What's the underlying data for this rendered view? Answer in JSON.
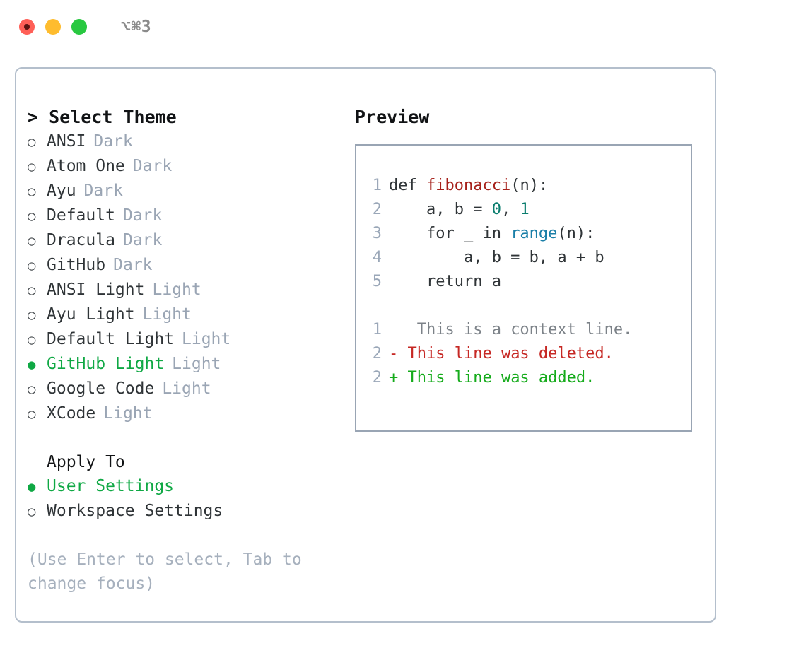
{
  "titlebar": {
    "shortcut": "⌥⌘3",
    "lights": [
      "close-red",
      "minimize-yellow",
      "zoom-green"
    ]
  },
  "theme_picker": {
    "header": "> Select Theme",
    "options": [
      {
        "marker": "○",
        "label": "ANSI",
        "variant": "Dark",
        "selected": false
      },
      {
        "marker": "○",
        "label": "Atom One",
        "variant": "Dark",
        "selected": false
      },
      {
        "marker": "○",
        "label": "Ayu",
        "variant": "Dark",
        "selected": false
      },
      {
        "marker": "○",
        "label": "Default",
        "variant": "Dark",
        "selected": false
      },
      {
        "marker": "○",
        "label": "Dracula",
        "variant": "Dark",
        "selected": false
      },
      {
        "marker": "○",
        "label": "GitHub",
        "variant": "Dark",
        "selected": false
      },
      {
        "marker": "○",
        "label": "ANSI Light",
        "variant": "Light",
        "selected": false
      },
      {
        "marker": "○",
        "label": "Ayu Light",
        "variant": "Light",
        "selected": false
      },
      {
        "marker": "○",
        "label": "Default Light",
        "variant": "Light",
        "selected": false
      },
      {
        "marker": "●",
        "label": "GitHub Light",
        "variant": "Light",
        "selected": true
      },
      {
        "marker": "○",
        "label": "Google Code",
        "variant": "Light",
        "selected": false
      },
      {
        "marker": "○",
        "label": "XCode",
        "variant": "Light",
        "selected": false
      }
    ]
  },
  "apply_to": {
    "header": "Apply To",
    "options": [
      {
        "marker": "●",
        "label": "User Settings",
        "selected": true
      },
      {
        "marker": "○",
        "label": "Workspace Settings",
        "selected": false
      }
    ]
  },
  "hint": "(Use Enter to select, Tab to change focus)",
  "preview": {
    "title": "Preview",
    "code_lines": [
      {
        "ln": "1",
        "tokens": [
          {
            "t": "def ",
            "c": "plain"
          },
          {
            "t": "fibonacci",
            "c": "fn"
          },
          {
            "t": "(n):",
            "c": "plain"
          }
        ]
      },
      {
        "ln": "2",
        "tokens": [
          {
            "t": "    a, b = ",
            "c": "plain"
          },
          {
            "t": "0",
            "c": "num"
          },
          {
            "t": ", ",
            "c": "plain"
          },
          {
            "t": "1",
            "c": "num"
          }
        ]
      },
      {
        "ln": "3",
        "tokens": [
          {
            "t": "    for _ in ",
            "c": "plain"
          },
          {
            "t": "range",
            "c": "bi"
          },
          {
            "t": "(n):",
            "c": "plain"
          }
        ]
      },
      {
        "ln": "4",
        "tokens": [
          {
            "t": "        a, b = b, a + b",
            "c": "plain"
          }
        ]
      },
      {
        "ln": "5",
        "tokens": [
          {
            "t": "    return a",
            "c": "plain"
          }
        ]
      }
    ],
    "diff_lines": [
      {
        "ln": "1",
        "sign": " ",
        "text": "  This is a context line.",
        "kind": "ctx"
      },
      {
        "ln": "2",
        "sign": "-",
        "text": " This line was deleted.",
        "kind": "del"
      },
      {
        "ln": "2",
        "sign": "+",
        "text": " This line was added.",
        "kind": "add"
      }
    ]
  },
  "colors": {
    "accent_green": "#0fa844",
    "muted": "#9aa5b4",
    "line_number": "#9aa7b8",
    "border": "#b4bfcc",
    "preview_border": "#99a5b4",
    "diff_add": "#15ab1b",
    "diff_del": "#c62824",
    "token_function": "#a6211b",
    "token_builtin": "#1a7fa8",
    "token_number": "#0a7d6e",
    "light_red": "#ff5f57",
    "light_yellow": "#febc2e",
    "light_green": "#28c840"
  }
}
